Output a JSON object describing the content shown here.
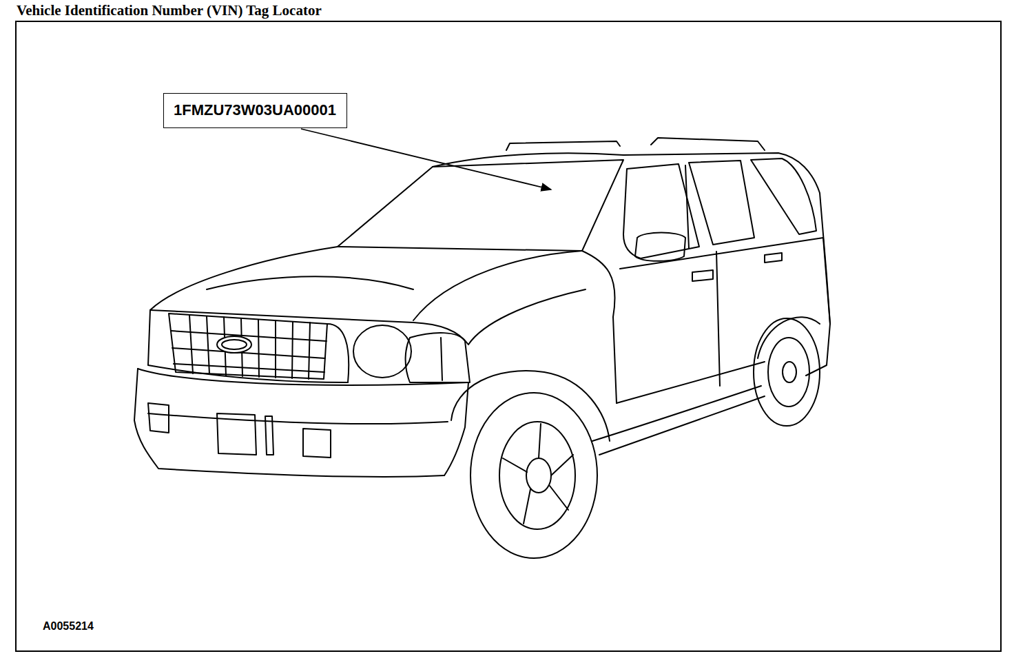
{
  "diagram": {
    "title": "Vehicle Identification Number (VIN) Tag Locator",
    "nodes": [
      {
        "text": [
          "1FMZU73W03UA00001"
        ]
      }
    ],
    "labels": [
      "A0055214"
    ]
  }
}
